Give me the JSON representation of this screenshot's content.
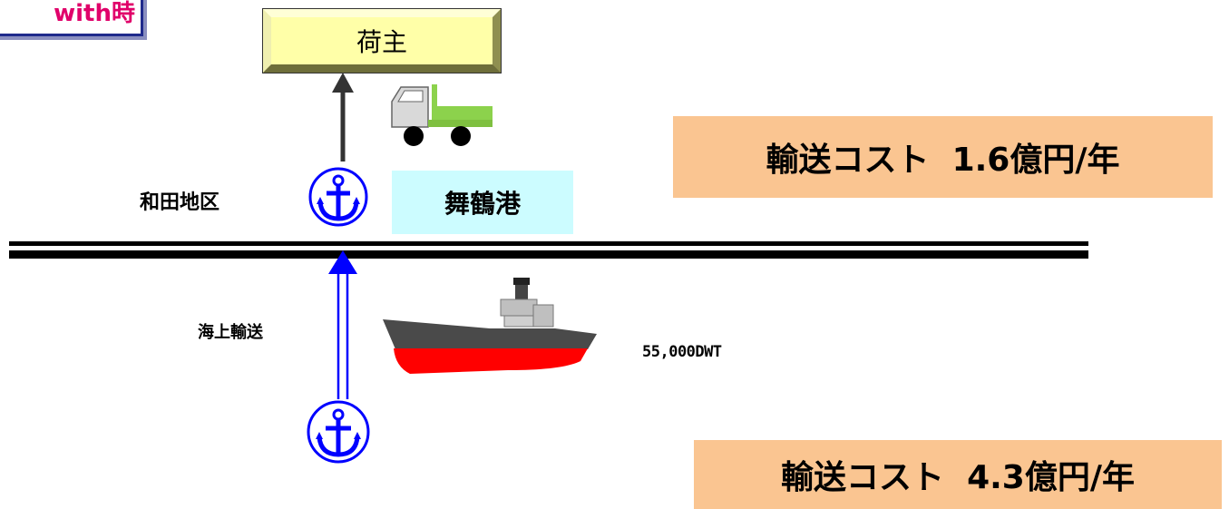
{
  "badge": {
    "label": "with時"
  },
  "shipper": {
    "label": "荷主"
  },
  "port": {
    "name": "舞鶴港",
    "district": "和田地区"
  },
  "sea_transport": {
    "label": "海上輸送"
  },
  "ship": {
    "capacity": "55,000DWT"
  },
  "cost_top": {
    "label": "輸送コスト  1.6億円/年"
  },
  "cost_bottom": {
    "label": "輸送コスト  4.3億円/年"
  },
  "colors": {
    "badge_text": "#e0006a",
    "badge_border": "#1f2a8c",
    "shipper_fill": "#ffffa8",
    "cost_fill": "#fac591",
    "port_fill": "#ccfcff",
    "sea_arrow": "#0000ff",
    "land_arrow": "#333333",
    "anchor": "#0000ff",
    "ship_hull_red": "#ff0000",
    "truck_cargo": "#8cd24c"
  },
  "icons": [
    "anchor-icon",
    "truck-icon",
    "ship-icon"
  ]
}
